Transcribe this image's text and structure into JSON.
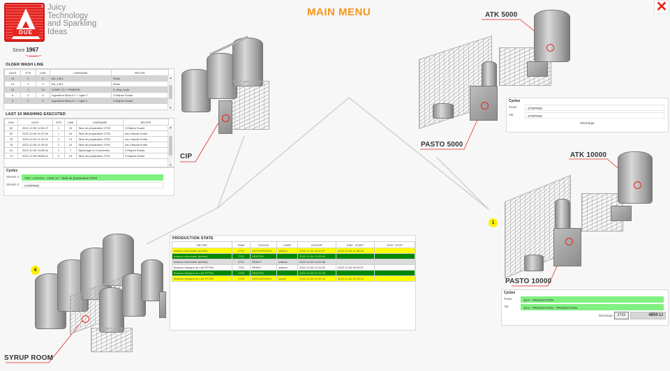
{
  "header": {
    "title": "MAIN MENU",
    "close_icon": "close-x-icon"
  },
  "logo": {
    "brand": "A DUE",
    "brand_short": "DUE",
    "tagline": [
      "Juicy",
      "Technology",
      "and Sparkling",
      "Ideas"
    ],
    "since_label": "Since",
    "since_year": "1967"
  },
  "older_wash_line": {
    "title": "OLDER WASH LINE",
    "columns": [
      "DAYS",
      "STR",
      "LINE",
      "LINENAME",
      "RECIPE"
    ],
    "rows": [
      {
        "days": "13",
        "str": "1",
        "line": "4",
        "linename": "BA_1401",
        "recipe": "Rinse",
        "style": "gray"
      },
      {
        "days": "13",
        "str": "2",
        "line": "3",
        "linename": "BA_1402",
        "recipe": "Rinse",
        "style": "white"
      },
      {
        "days": "12",
        "str": "1",
        "line": "16",
        "linename": "CISMF (?) + FRIBEND",
        "recipe": "3_step_soda",
        "style": "gray"
      },
      {
        "days": "5",
        "str": "2",
        "line": "6",
        "linename": "Ingredient Mixout 2 + Ligne 2",
        "recipe": "3 Etapes Soude",
        "style": "white"
      },
      {
        "days": "5",
        "str": "2",
        "line": "5",
        "linename": "Ingredient Mixout 1 + Ligne 1",
        "recipe": "3 Etapes Soude",
        "style": "gray"
      }
    ]
  },
  "last_washing": {
    "title": "LAST 10 WASHING EXECUTED",
    "columns": [
      "IDW",
      "DATE",
      "STR",
      "LINE",
      "LINENAME",
      "RECIPE"
    ],
    "rows": [
      {
        "idw": "63",
        "date": "2022-12-06 12:54:27",
        "str": "1",
        "line": "10",
        "linename": "Tank de preparation 1TO3",
        "recipe": "3 Etapes Soude"
      },
      {
        "idw": "62",
        "date": "2022-12-06 11:47:09",
        "str": "1",
        "line": "10",
        "linename": "Tank de preparation 1TO3",
        "recipe": "eau chaude froide"
      },
      {
        "idw": "75",
        "date": "2022-12-06 11:23:31",
        "str": "2",
        "line": "13",
        "linename": "Tank de preparation 2T03",
        "recipe": "eau chaude froide"
      },
      {
        "idw": "76",
        "date": "2022-12-06 11:25:31",
        "str": "2",
        "line": "14",
        "linename": "Tank de preparation 2T04",
        "recipe": "eau chaude froide"
      },
      {
        "idw": "61",
        "date": "2022-12-06 10:08:04",
        "str": "1",
        "line": "7",
        "linename": "Siphonage et Concentres",
        "recipe": "3 Etapes Soude"
      },
      {
        "idw": "74",
        "date": "2022-12-06 08:58:01",
        "str": "2",
        "line": "13",
        "linename": "Tank de preparation 2T03",
        "recipe": "3 Etapes Soude"
      }
    ]
  },
  "cip_cycles": {
    "title": "Cycles",
    "streams": [
      {
        "label": "Stream 1",
        "value": "T23 - LAVAG1 - LINE 14 - Tank de preparation 2T04",
        "active": true
      },
      {
        "label": "Stream 2",
        "value": "STOPPED",
        "active": false
      }
    ]
  },
  "production_state": {
    "title": "PRODUCTION STATE",
    "columns": [
      "RECIPE",
      "TANK",
      "STATUS",
      "USER",
      "UPDATE",
      "DISC. START",
      "DISC. STOP"
    ],
    "rows": [
      {
        "recipe": "boisson citronnade (dohler)",
        "tank": "2T03",
        "status": "DISCHARGING",
        "user": "sofiane",
        "update": "2022-12-06 18:43:57",
        "disc_start": "2022-12-06 11:48:06",
        "disc_stop": "",
        "style": "yellow"
      },
      {
        "recipe": "boisson citronnade (dohler)",
        "tank": "2T02",
        "status": "DEMTED",
        "user": "",
        "update": "2022-12-06 13:35:03",
        "disc_start": "",
        "disc_stop": "",
        "style": "green"
      },
      {
        "recipe": "boisson citronnade (dohler)",
        "tank": "2T01",
        "status": "READY",
        "user": "sofiane",
        "update": "2022-12-06 10:25:56",
        "disc_start": "",
        "disc_stop": "",
        "style": "lgray"
      },
      {
        "recipe": "Boisson Mangue au Lait TETRA",
        "tank": "1T01",
        "status": "READY",
        "user": "sofiane",
        "update": "2022-12-06 12:11:53",
        "disc_start": "2022-12-06 09:53:07",
        "disc_stop": "",
        "style": "white"
      },
      {
        "recipe": "Boisson Mangue au Lait TETRA",
        "tank": "1T02",
        "status": "DEMTED",
        "user": "",
        "update": "2022-12-06 07:21:03",
        "disc_start": "",
        "disc_stop": "",
        "style": "green"
      },
      {
        "recipe": "Boisson Mangue au Lait TETRA",
        "tank": "1T03",
        "status": "DISCHARGING",
        "user": "soyad",
        "update": "2022-12-06 01:30:14",
        "disc_start": "2022-12-06 01:39:14",
        "disc_stop": "",
        "style": "yellow"
      }
    ]
  },
  "equipment": {
    "cip": "CIP",
    "atk5000": "ATK 5000",
    "pasto5000": "PASTO 5000",
    "atk10000": "ATK 10000",
    "pasto10000": "PASTO 10000",
    "syrup_room": "SYRUP ROOM",
    "badge_line1": "1",
    "badge_syrup": "4"
  },
  "line5000_cycles": {
    "title": "Cycles",
    "rows": [
      {
        "label": "Pasto",
        "value": "STOPPED"
      },
      {
        "label": "Atk",
        "value": "STOPPED"
      }
    ],
    "discharge_label": "Discharge"
  },
  "line10000_cycles": {
    "title": "Cycles",
    "rows": [
      {
        "label": "Pasto",
        "value": "10.0 - PRODUCTION"
      },
      {
        "label": "Atk",
        "value": "10.0 - PRODUCTION - PRODUCTION"
      }
    ],
    "discharge_label": "Discharge",
    "discharge_tank": "2T03",
    "discharge_qty": "4850 Lt"
  },
  "colors": {
    "accent_orange": "#f7941d",
    "brand_red": "#e52521",
    "status_yellow": "#ffff00",
    "status_green": "#008800",
    "cycle_green": "#80f080"
  }
}
